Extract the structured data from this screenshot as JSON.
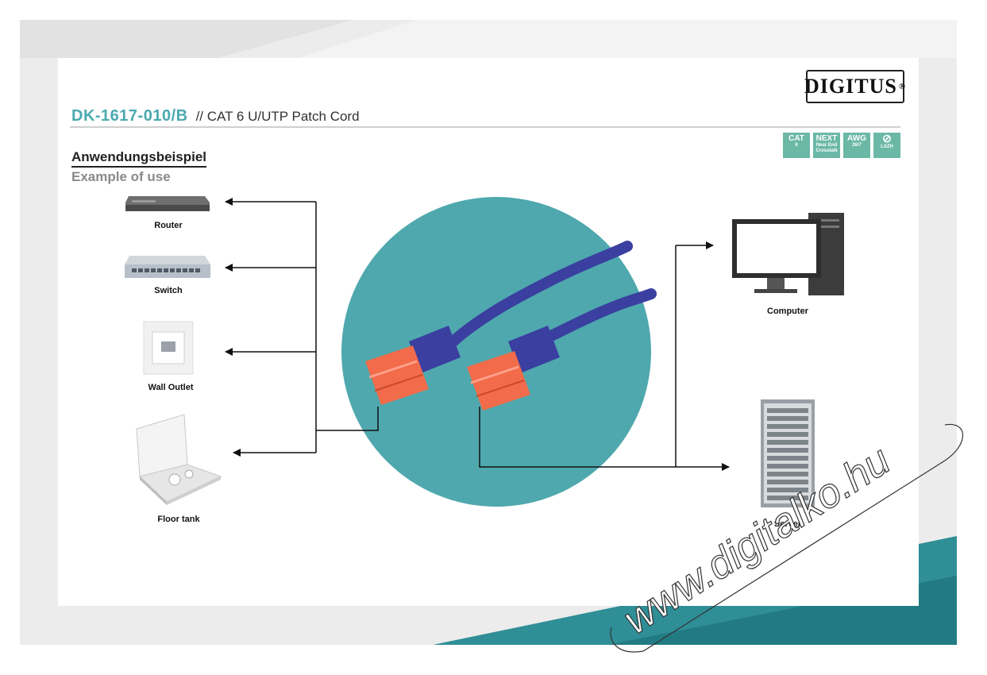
{
  "header": {
    "brand": "DIGITUS",
    "brand_mark": "®",
    "model": "DK-1617-010/B",
    "subtitle": "// CAT 6 U/UTP Patch Cord"
  },
  "badges": [
    {
      "main": "CAT",
      "sub": "6"
    },
    {
      "main": "NEXT",
      "sub": "Near End Crosstalk"
    },
    {
      "main": "AWG",
      "sub": "26/7"
    },
    {
      "main": "⊘",
      "sub": "LSZH"
    }
  ],
  "section": {
    "title_de": "Anwendungsbeispiel",
    "title_en": "Example of use"
  },
  "devices": {
    "router": "Router",
    "switch": "Switch",
    "wall_outlet": "Wall Outlet",
    "floor_tank": "Floor tank",
    "computer": "Computer",
    "server": "Server"
  },
  "watermark": "www.digitalko.hu",
  "colors": {
    "accent_teal": "#4ba9b0",
    "circle_teal": "#4fa8ae",
    "cable_blue": "#3a3fa0",
    "connector_orange": "#f26b4a",
    "badge_green": "#6bb8a6"
  }
}
